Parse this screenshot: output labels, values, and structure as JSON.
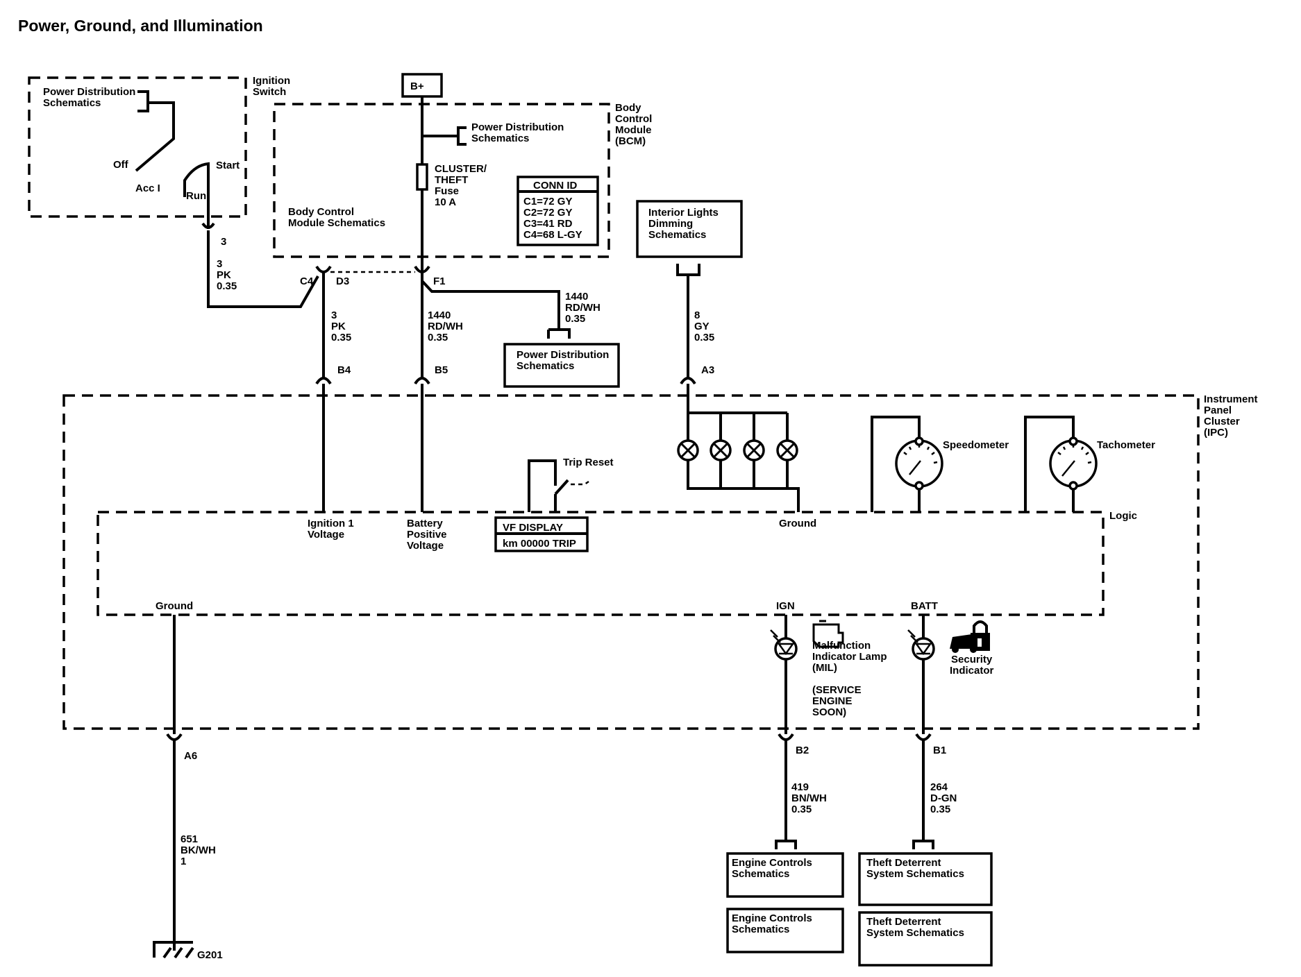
{
  "title": "Power, Ground, and Illumination",
  "ignition_switch": {
    "label": [
      "Ignition",
      "Switch"
    ],
    "pds": [
      "Power Distribution",
      "Schematics"
    ],
    "off": "Off",
    "acc": "Acc I",
    "start": "Start",
    "run": "Run",
    "pin": "3",
    "wire": [
      "3",
      "PK",
      "0.35"
    ]
  },
  "bcm": {
    "label": [
      "Body",
      "Control",
      "Module",
      "(BCM)"
    ],
    "schem": [
      "Body Control",
      "Module Schematics"
    ],
    "pds": [
      "Power Distribution",
      "Schematics"
    ],
    "fuse": [
      "CLUSTER/",
      "THEFT",
      "Fuse",
      "10 A"
    ],
    "conn_title": "CONN ID",
    "conn": [
      "C1=72 GY",
      "C2=72 GY",
      "C3=41 RD",
      "C4=68 L-GY"
    ],
    "c4": "C4",
    "d3": "D3",
    "f1": "F1"
  },
  "bplus": "B+",
  "wires": {
    "d3": [
      "3",
      "PK",
      "0.35"
    ],
    "f1": [
      "1440",
      "RD/WH",
      "0.35"
    ],
    "pd": [
      "1440",
      "RD/WH",
      "0.35"
    ],
    "a3": [
      "8",
      "GY",
      "0.35"
    ],
    "a6": [
      "651",
      "BK/WH",
      "1"
    ],
    "b2": [
      "419",
      "BN/WH",
      "0.35"
    ],
    "b1": [
      "264",
      "D-GN",
      "0.35"
    ]
  },
  "pd_box": [
    "Power Distribution",
    "Schematics"
  ],
  "ild_box": [
    "Interior Lights",
    "Dimming",
    "Schematics"
  ],
  "ipc": {
    "label": [
      "Instrument",
      "Panel",
      "Cluster",
      "(IPC)"
    ],
    "logic": "Logic",
    "b4": "B4",
    "b5": "B5",
    "a3": "A3",
    "a6": "A6",
    "b2": "B2",
    "b1": "B1",
    "ign1": [
      "Ignition 1",
      "Voltage"
    ],
    "batt": [
      "Battery",
      "Positive",
      "Voltage"
    ],
    "trip_reset": "Trip Reset",
    "vf_display": "VF DISPLAY",
    "vf_reading": "km 00000 TRIP",
    "ground_top": "Ground",
    "ground_bottom": "Ground",
    "speedometer": "Speedometer",
    "tachometer": "Tachometer",
    "ign": "IGN",
    "batt_pin": "BATT",
    "mil": [
      "Malfunction",
      "Indicator Lamp",
      "(MIL)"
    ],
    "mil_sub": [
      "(SERVICE",
      "ENGINE",
      "SOON)"
    ],
    "security": [
      "Security",
      "Indicator"
    ]
  },
  "ec_boxes": [
    [
      "Engine Controls",
      "Schematics"
    ],
    [
      "Engine Controls",
      "Schematics"
    ]
  ],
  "td_boxes": [
    [
      "Theft Deterrent",
      "System Schematics"
    ],
    [
      "Theft Deterrent",
      "System Schematics"
    ]
  ],
  "ground": "G201",
  "icons": [
    "switch-symbol",
    "fuse-symbol",
    "lamp-symbol",
    "gauge-symbol",
    "led-symbol",
    "engine-icon",
    "car-lock-icon",
    "ground-symbol"
  ]
}
